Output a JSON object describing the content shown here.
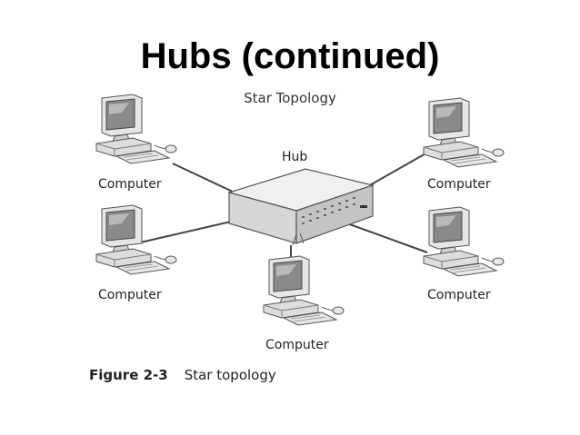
{
  "slide": {
    "title": "Hubs (continued)"
  },
  "diagram": {
    "title": "Star Topology",
    "hub_label": "Hub",
    "computers": [
      {
        "label": "Computer"
      },
      {
        "label": "Computer"
      },
      {
        "label": "Computer"
      },
      {
        "label": "Computer"
      },
      {
        "label": "Computer"
      }
    ]
  },
  "caption": {
    "figure_number": "Figure 2-3",
    "text": "Star topology"
  }
}
